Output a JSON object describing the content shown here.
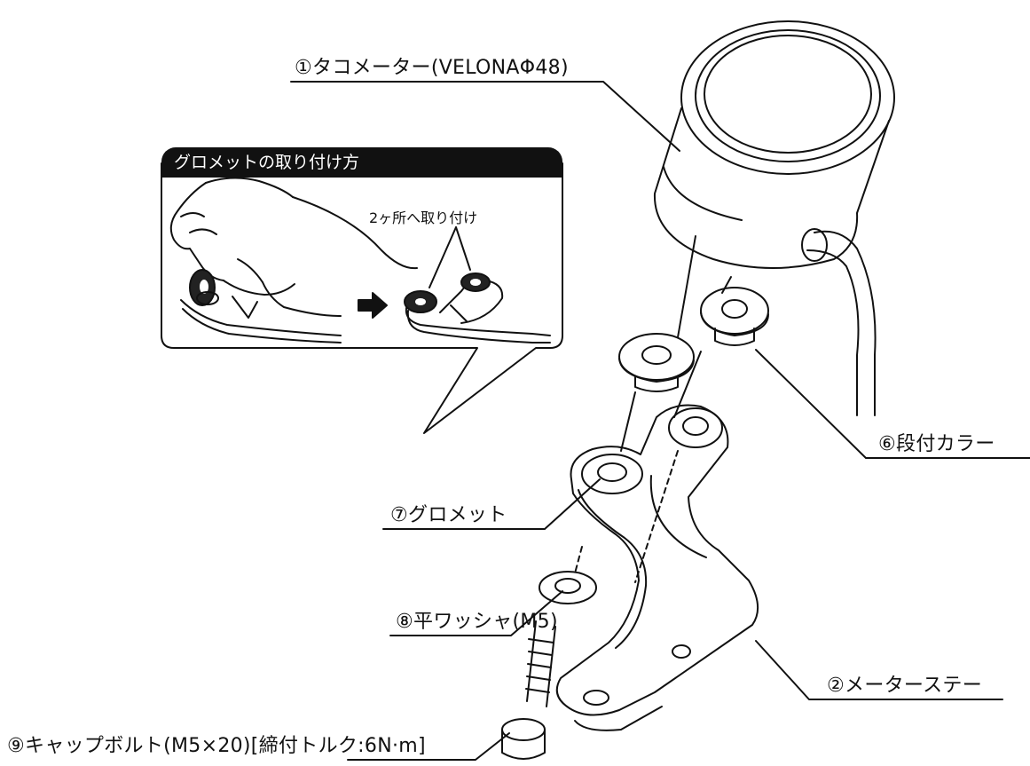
{
  "inset": {
    "title": "グロメットの取り付け方",
    "note": "2ヶ所へ取り付け"
  },
  "parts": {
    "tachometer": "①タコメーター(VELONAΦ48)",
    "meter_stay": "②メーターステー",
    "step_collar": "⑥段付カラー",
    "grommet": "⑦グロメット",
    "flat_washer": "⑧平ワッシャ(M5)",
    "cap_bolt": "⑨キャップボルト(M5×20)[締付トルク:6N·m]"
  }
}
